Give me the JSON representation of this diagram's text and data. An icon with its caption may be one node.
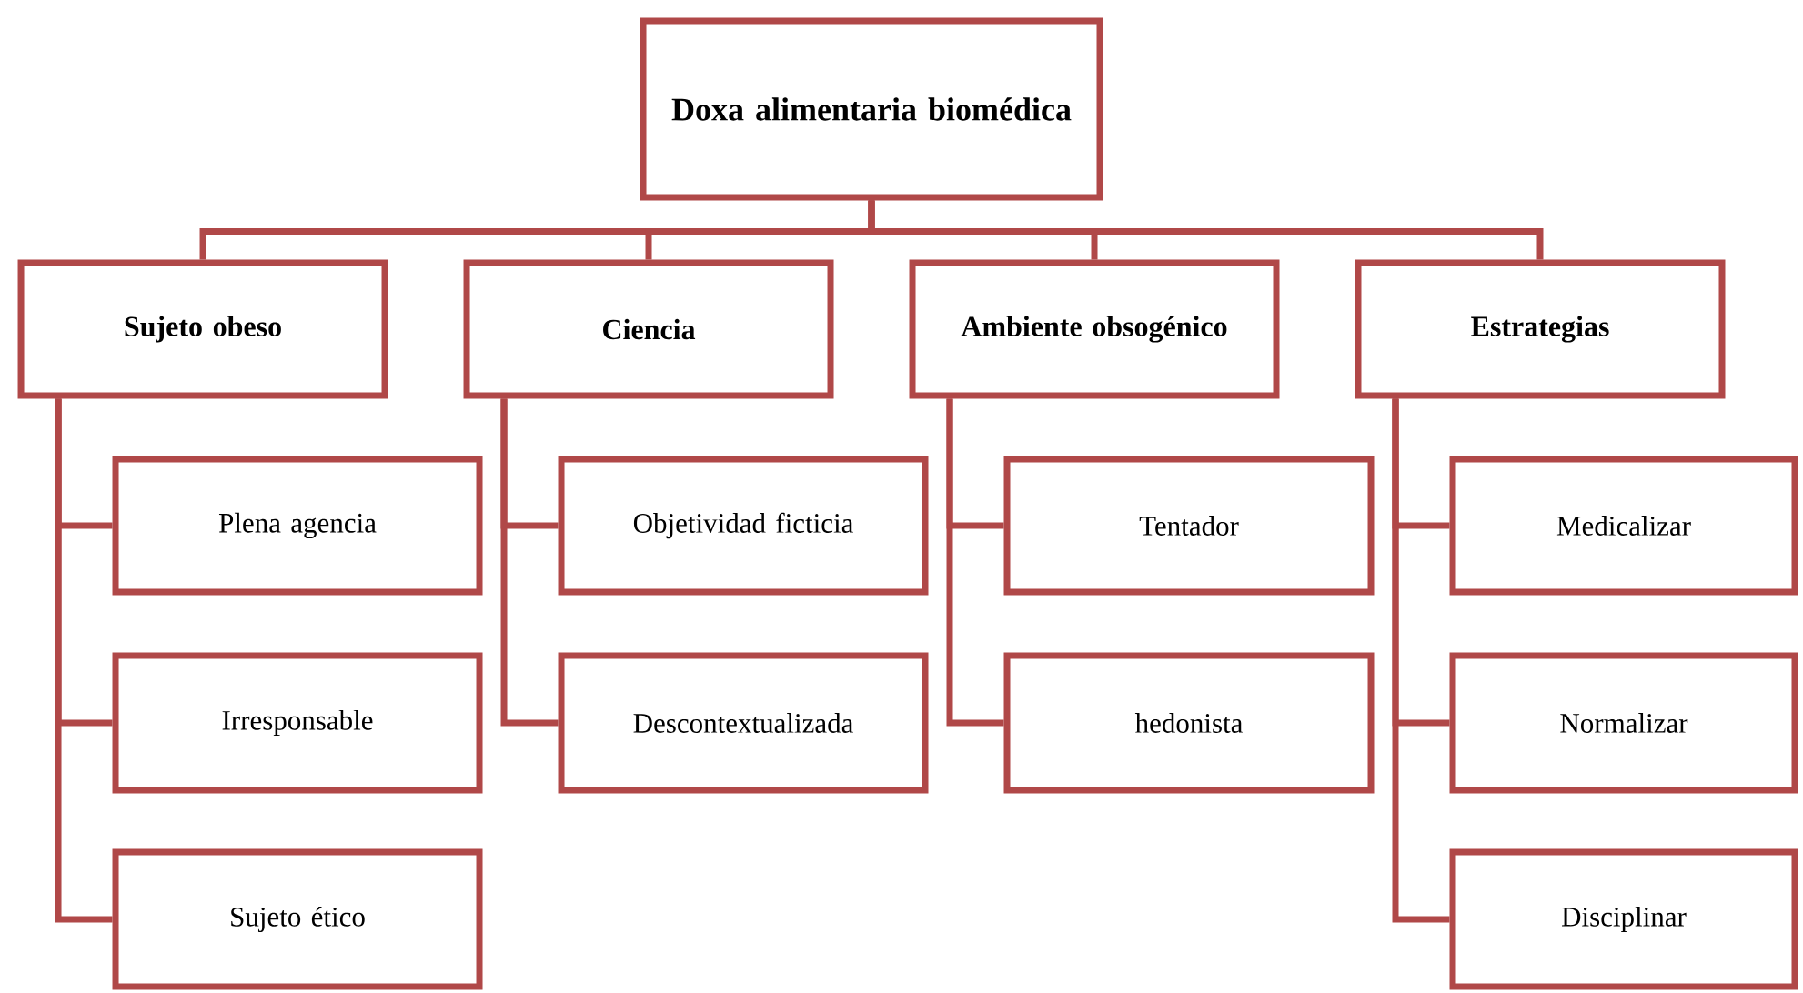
{
  "diagram": {
    "nodes": [
      {
        "text": [
          "Doxa alimentaria biomédica"
        ]
      },
      {
        "text": [
          "Sujeto obeso"
        ]
      },
      {
        "text": [
          "Ciencia"
        ]
      },
      {
        "text": [
          "Ambiente obsogénico"
        ]
      },
      {
        "text": [
          "Estrategias"
        ]
      },
      {
        "text": [
          "Plena agencia"
        ]
      },
      {
        "text": [
          "Irresponsable"
        ]
      },
      {
        "text": [
          "Sujeto ético"
        ]
      },
      {
        "text": [
          "Objetividad ficticia"
        ]
      },
      {
        "text": [
          "Descontextualizada"
        ]
      },
      {
        "text": [
          "Tentador"
        ]
      },
      {
        "text": [
          "hedonista"
        ]
      },
      {
        "text": [
          "Medicalizar"
        ]
      },
      {
        "text": [
          "Normalizar"
        ]
      },
      {
        "text": [
          "Disciplinar"
        ]
      }
    ],
    "edges": [
      {
        "from": 0,
        "to": 1,
        "arrow": "none"
      },
      {
        "from": 0,
        "to": 2,
        "arrow": "none"
      },
      {
        "from": 0,
        "to": 3,
        "arrow": "none"
      },
      {
        "from": 0,
        "to": 4,
        "arrow": "none"
      },
      {
        "from": 1,
        "to": 5,
        "arrow": "none"
      },
      {
        "from": 1,
        "to": 6,
        "arrow": "none"
      },
      {
        "from": 1,
        "to": 7,
        "arrow": "none"
      },
      {
        "from": 2,
        "to": 8,
        "arrow": "none"
      },
      {
        "from": 2,
        "to": 9,
        "arrow": "none"
      },
      {
        "from": 3,
        "to": 10,
        "arrow": "none"
      },
      {
        "from": 3,
        "to": 11,
        "arrow": "none"
      },
      {
        "from": 4,
        "to": 12,
        "arrow": "none"
      },
      {
        "from": 4,
        "to": 13,
        "arrow": "none"
      },
      {
        "from": 4,
        "to": 14,
        "arrow": "none"
      }
    ]
  }
}
